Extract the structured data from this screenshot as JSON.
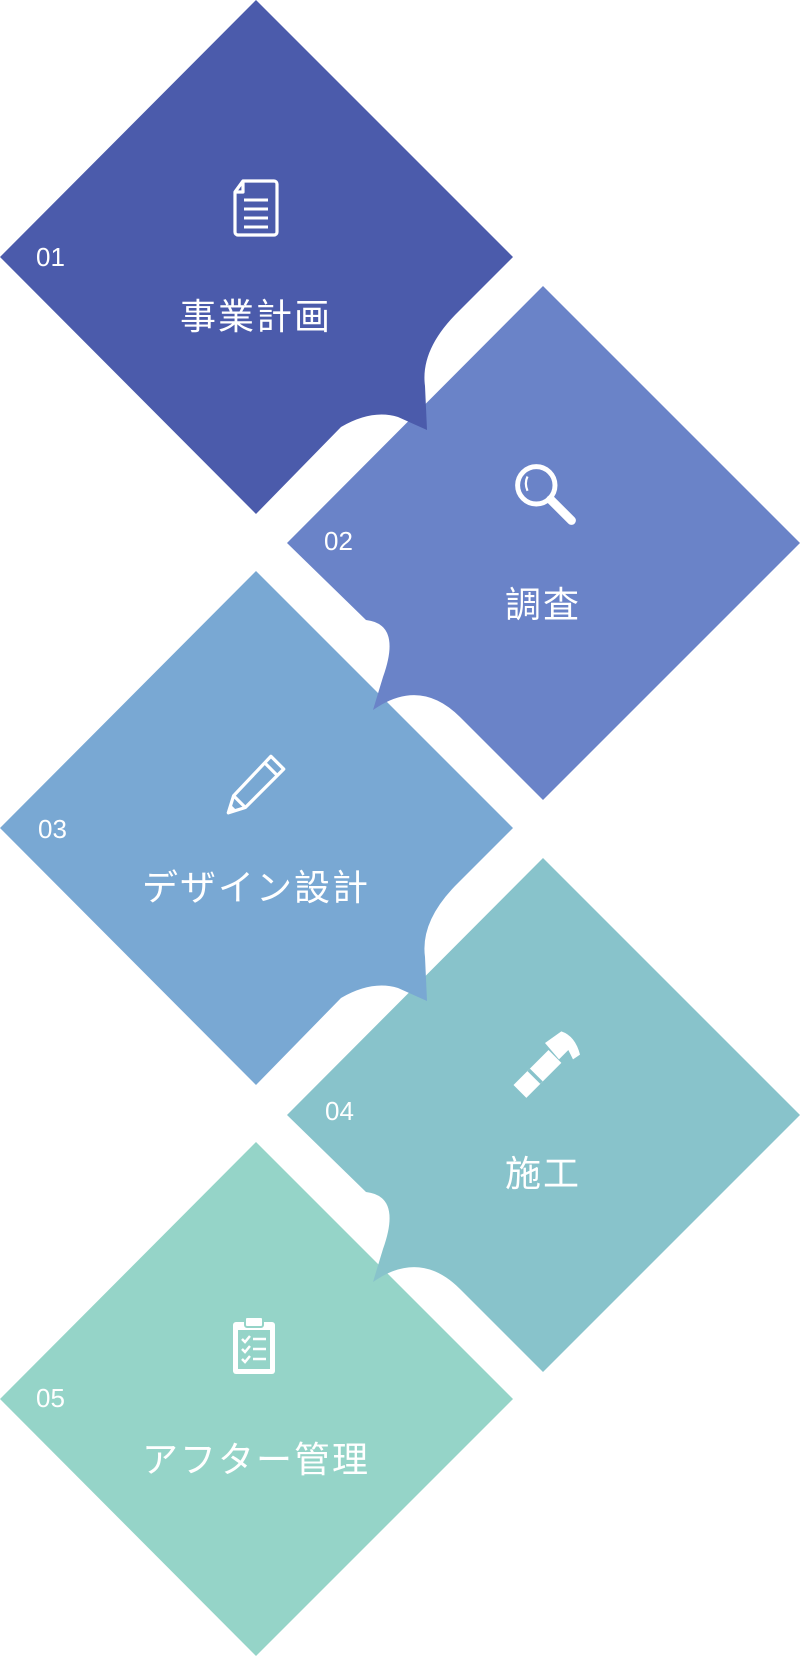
{
  "colors": {
    "background": "#ffffff",
    "text": "#ffffff",
    "step1": "#4b5bab",
    "step2": "#6a83c8",
    "step3": "#79a8d3",
    "step4": "#88c3cb",
    "step5": "#95d4c8"
  },
  "steps": [
    {
      "number": "01",
      "label": "事業計画",
      "icon": "document-icon",
      "color": "#4b5bab"
    },
    {
      "number": "02",
      "label": "調査",
      "icon": "magnifier-icon",
      "color": "#6a83c8"
    },
    {
      "number": "03",
      "label": "デザイン設計",
      "icon": "pencil-icon",
      "color": "#79a8d3"
    },
    {
      "number": "04",
      "label": "施工",
      "icon": "hammer-icon",
      "color": "#88c3cb"
    },
    {
      "number": "05",
      "label": "アフター管理",
      "icon": "clipboard-icon",
      "color": "#95d4c8"
    }
  ]
}
